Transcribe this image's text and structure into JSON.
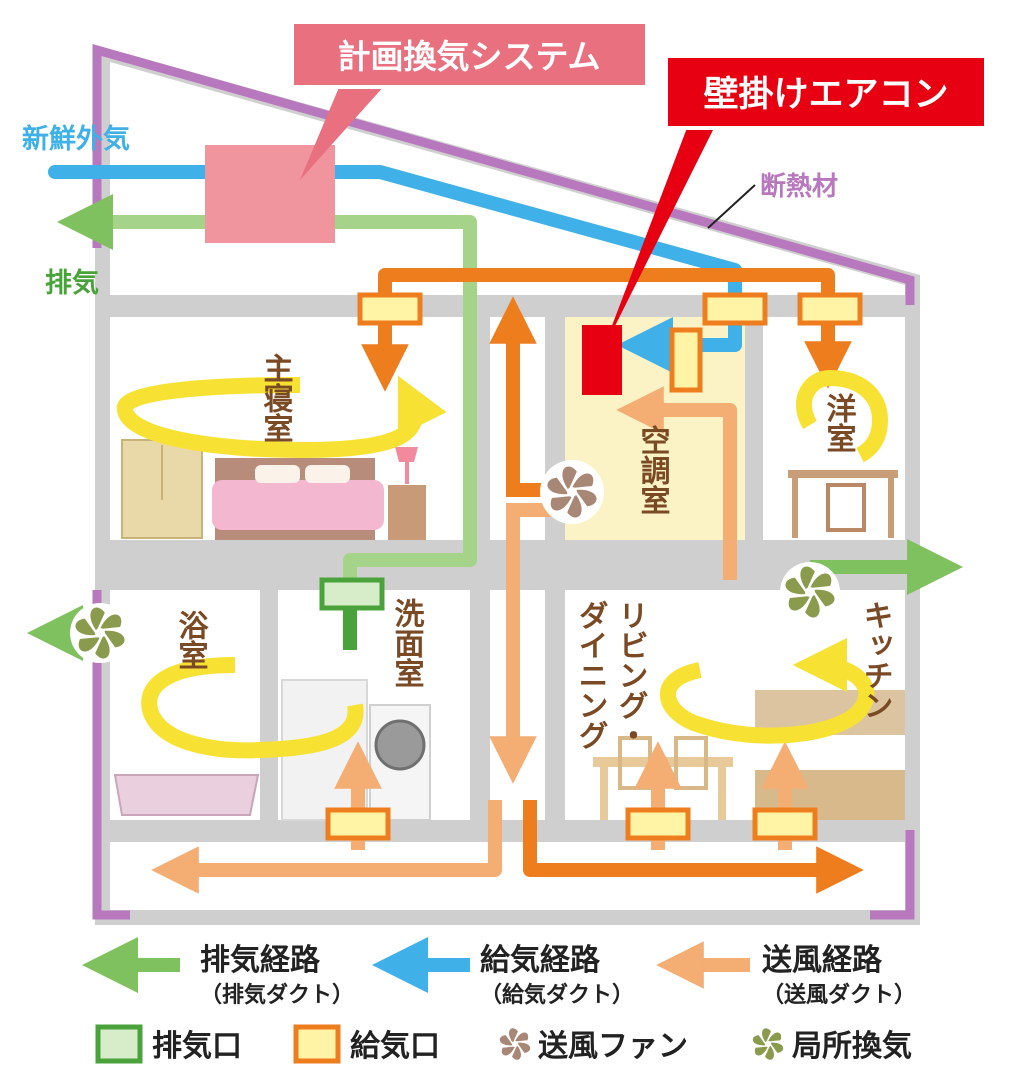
{
  "callouts": {
    "ventilation_system": "計画換気システム",
    "wall_aircon": "壁掛けエアコン",
    "insulation": "断熱材"
  },
  "outside": {
    "fresh_air": "新鮮外気",
    "exhaust": "排気"
  },
  "rooms": {
    "master_bedroom": "主寝室",
    "western_room": "洋室",
    "hvac_room": "空調室",
    "bath": "浴室",
    "washroom": "洗面室",
    "living_line1": "リビング・",
    "living_line2": "ダイニング",
    "kitchen": "キッチン"
  },
  "legend": {
    "exhaust_route": "排気経路",
    "exhaust_route_sub": "（排気ダクト）",
    "supply_route": "給気経路",
    "supply_route_sub": "（給気ダクト）",
    "fan_route": "送風経路",
    "fan_route_sub": "（送風ダクト）",
    "exhaust_port": "排気口",
    "supply_port": "給気口",
    "blower_fan": "送風ファン",
    "local_vent": "局所換気"
  },
  "colors": {
    "exhaust_green": "#7fc15e",
    "exhaust_dark_green": "#49a33a",
    "supply_blue": "#3fb0e8",
    "fan_orange": "#ee7d1e",
    "fan_light_orange": "#f4ad72",
    "insulation_purple": "#b878bd",
    "wall_gray": "#cfcfcf",
    "callout_pink": "#e9707f",
    "callout_red": "#e60012",
    "airflow_yellow": "#f7e233",
    "port_yellow": "#fff3a6",
    "label_brown": "#7a4a25",
    "fan_brown": "#a88776",
    "local_fan_green": "#8a9b4e"
  }
}
